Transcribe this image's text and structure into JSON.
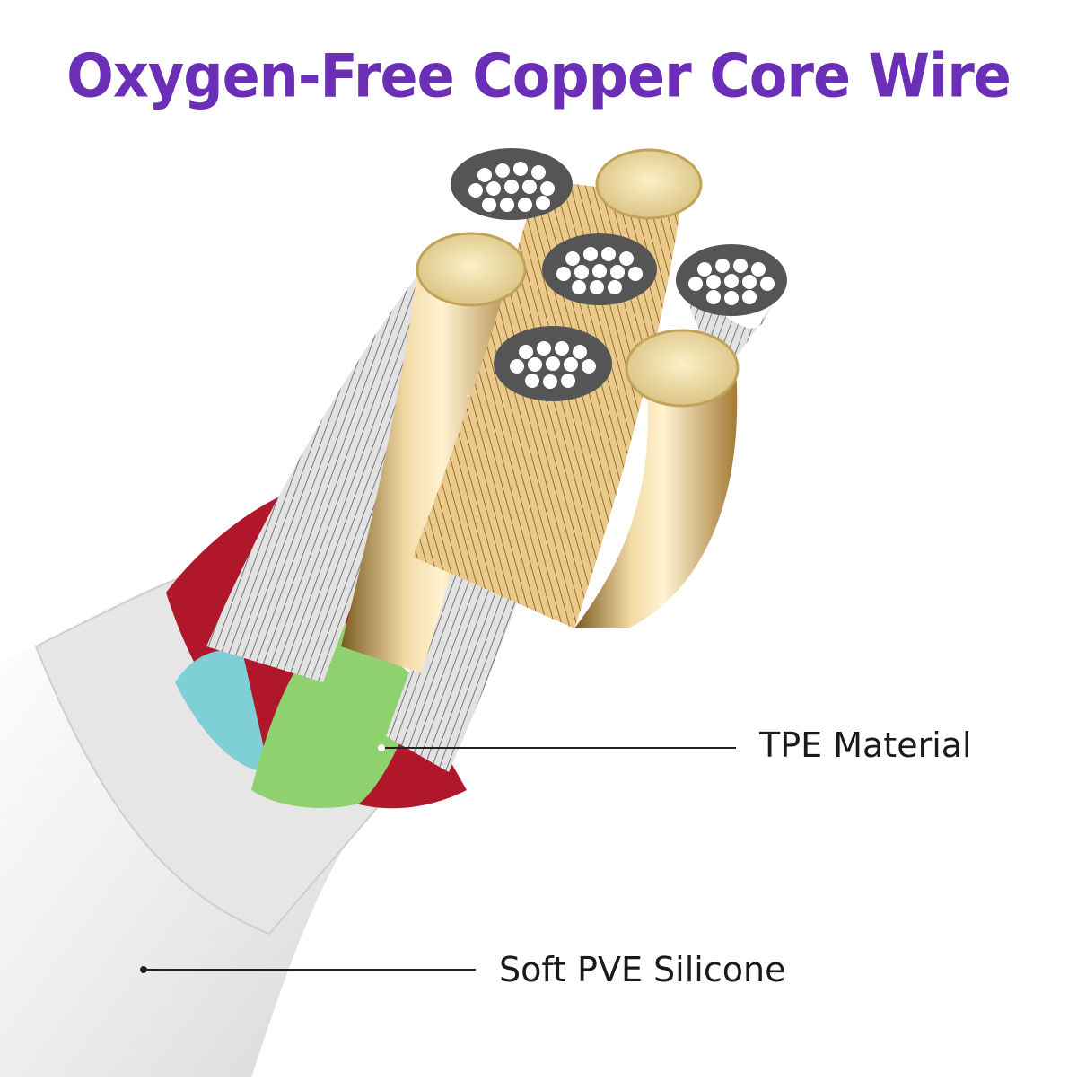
{
  "headline": "Oxygen-Free Copper Core Wire",
  "callouts": {
    "tpe": "TPE Material",
    "silicone": "Soft PVE Silicone"
  },
  "colors": {
    "headline": "#6a2fb6",
    "copper": "#e8c98a",
    "silver": "#d9d9d9",
    "jacket": "#f2f2f2",
    "red_insulation": "#b0172a",
    "green_insulation": "#8fd16f",
    "blue_insulation": "#7fd0d6"
  }
}
